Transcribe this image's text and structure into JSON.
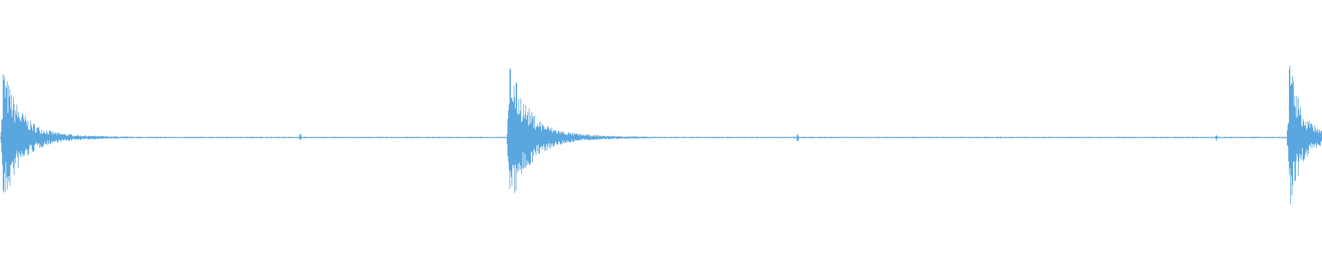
{
  "waveform": {
    "color": "#5aa7e0",
    "background": "#ffffff",
    "transients": [
      {
        "position": 0.002,
        "peak": 0.92,
        "decay": 0.05
      },
      {
        "position": 0.385,
        "peak": 0.98,
        "decay": 0.055
      },
      {
        "position": 0.975,
        "peak": 1.0,
        "decay": 0.035
      }
    ],
    "baseline_noise": 0.01,
    "minor_ticks": [
      0.227,
      0.603,
      0.92
    ]
  }
}
